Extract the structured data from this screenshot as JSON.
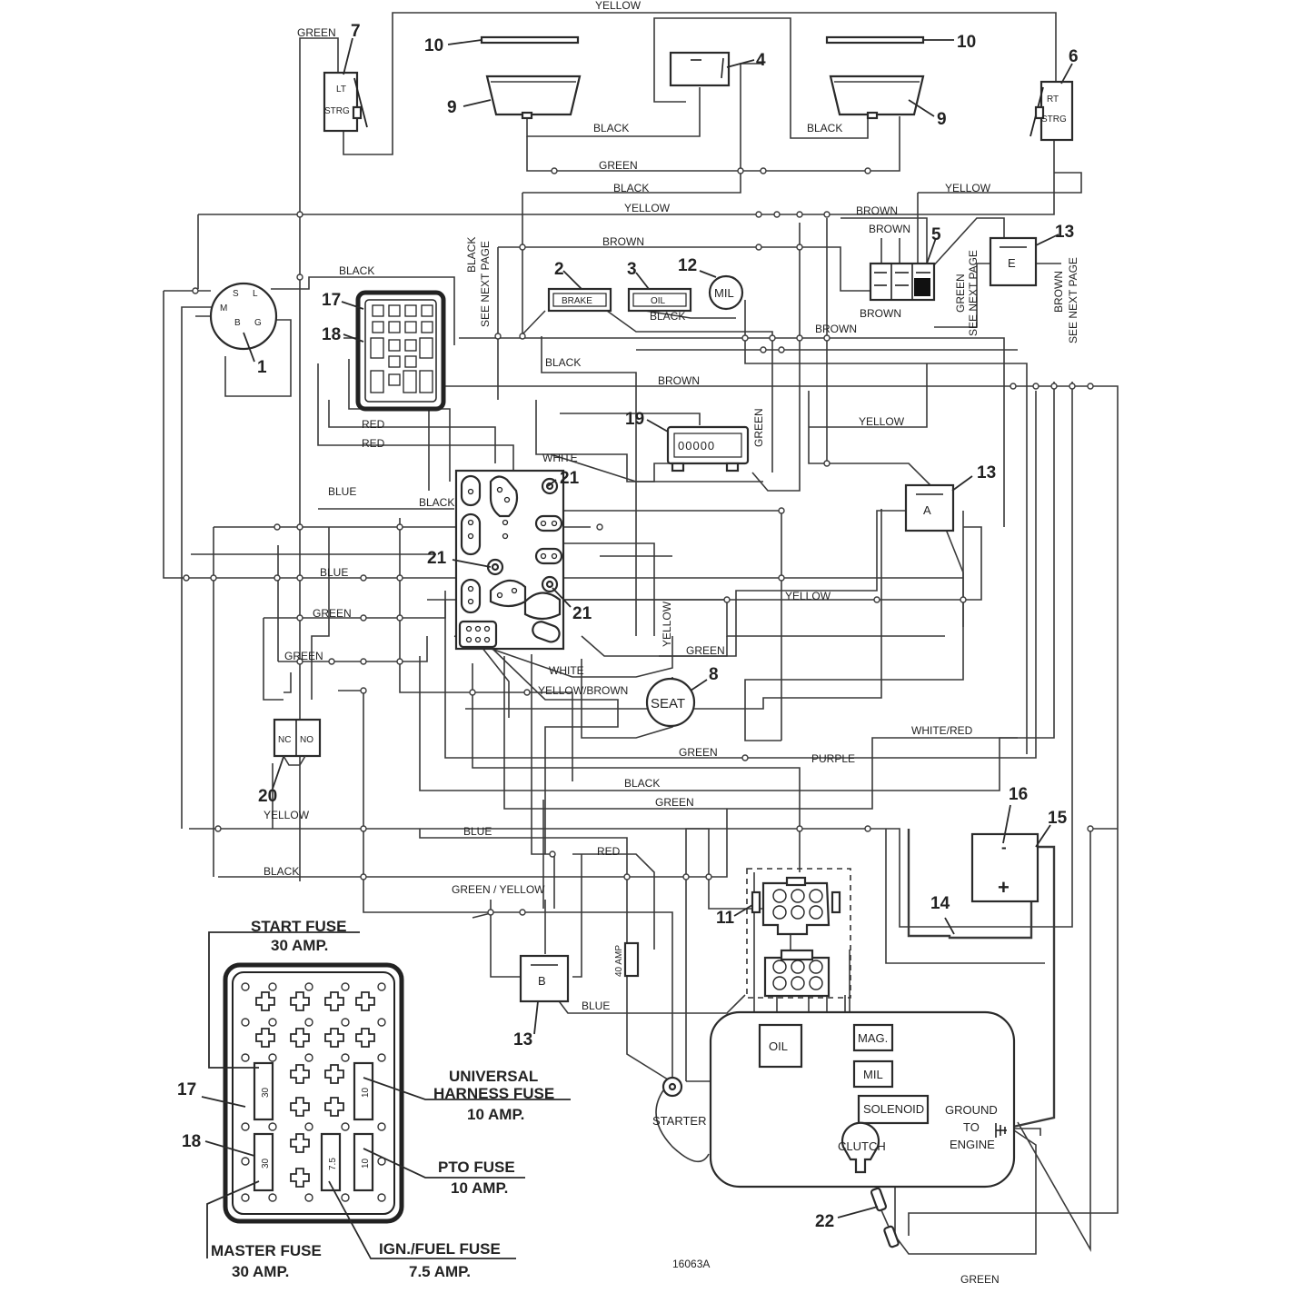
{
  "wire_labels": {
    "yellow_top": "YELLOW",
    "green_top_left": "GREEN",
    "black_4a": "BLACK",
    "black_4b": "BLACK",
    "green_9": "GREEN",
    "black_mid": "BLACK",
    "yellow_mid": "YELLOW",
    "yellow_right": "YELLOW",
    "brown_mid": "BROWN",
    "brown_5a": "BROWN",
    "brown_5b": "BROWN",
    "brown_5c": "BROWN",
    "brown_12": "BROWN",
    "black_1": "BLACK",
    "black_vert": "BLACK",
    "see_next_page_1": "SEE NEXT PAGE",
    "black_brake": "BLACK",
    "black_under": "BLACK",
    "brown_long": "BROWN",
    "green_vert": "GREEN",
    "yellow_13": "YELLOW",
    "red_a": "RED",
    "red_b": "RED",
    "white_top": "WHITE",
    "blue_a": "BLUE",
    "black_21": "BLACK",
    "blue_b": "BLUE",
    "yellow_long": "YELLOW",
    "green_a": "GREEN",
    "green_b": "GREEN",
    "yellow_vert": "YELLOW",
    "green_c": "GREEN",
    "white_b": "WHITE",
    "yellow_brown": "YELLOW/BROWN",
    "white_red": "WHITE/RED",
    "green_d": "GREEN",
    "purple": "PURPLE",
    "black_d": "BLACK",
    "green_e": "GREEN",
    "yellow_20": "YELLOW",
    "blue_c": "BLUE",
    "red_c": "RED",
    "black_e": "BLACK",
    "green_yellow": "GREEN / YELLOW",
    "blue_d": "BLUE",
    "green_bottom": "GREEN",
    "green_se": "GREEN",
    "see_next_page_2": "SEE NEXT PAGE",
    "brown_se": "BROWN",
    "see_next_page_3": "SEE NEXT PAGE"
  },
  "callouts": {
    "n1": "1",
    "n2": "2",
    "n3": "3",
    "n4": "4",
    "n5": "5",
    "n6": "6",
    "n7": "7",
    "n8": "8",
    "n9a": "9",
    "n9b": "9",
    "n10a": "10",
    "n10b": "10",
    "n11": "11",
    "n12": "12",
    "n13a": "13",
    "n13b": "13",
    "n13c": "13",
    "n14": "14",
    "n15": "15",
    "n16": "16",
    "n17a": "17",
    "n17b": "17",
    "n18a": "18",
    "n18b": "18",
    "n19": "19",
    "n20": "20",
    "n21a": "21",
    "n21b": "21",
    "n21c": "21",
    "n22": "22"
  },
  "components": {
    "lt_strg_1": "LT",
    "lt_strg_2": "STRG",
    "rt_strg_1": "RT",
    "rt_strg_2": "STRG",
    "brake": "BRAKE",
    "oil": "OIL",
    "mil": "MIL",
    "seat": "SEAT",
    "hour_meter": "00000",
    "relay_a": "A",
    "relay_b": "B",
    "relay_e": "E",
    "switch_nc": "NC",
    "switch_no": "NO",
    "fuse_40": "40 AMP",
    "starter": "STARTER",
    "engine_oil": "OIL",
    "engine_mag": "MAG.",
    "engine_mil": "MIL",
    "engine_solenoid": "SOLENOID",
    "ground_1": "GROUND",
    "ground_2": "TO",
    "ground_3": "ENGINE",
    "clutch": "CLUTCH",
    "battery_neg": "-",
    "battery_pos": "+",
    "key_s": "S",
    "key_l": "L",
    "key_m": "M",
    "key_b": "B",
    "key_g": "G"
  },
  "fuse_block": {
    "start_fuse": "START FUSE",
    "start_amp": "30 AMP.",
    "universal_1": "UNIVERSAL",
    "universal_2": "HARNESS FUSE",
    "universal_amp": "10 AMP.",
    "pto": "PTO FUSE",
    "pto_amp": "10 AMP.",
    "master": "MASTER FUSE",
    "master_amp": "30 AMP.",
    "ign": "IGN./FUEL FUSE",
    "ign_amp": "7.5 AMP.",
    "fuse_30a": "30",
    "fuse_10a": "10",
    "fuse_30b": "30",
    "fuse_75": "7.5",
    "fuse_10b": "10"
  },
  "drawing_number": "16063A"
}
